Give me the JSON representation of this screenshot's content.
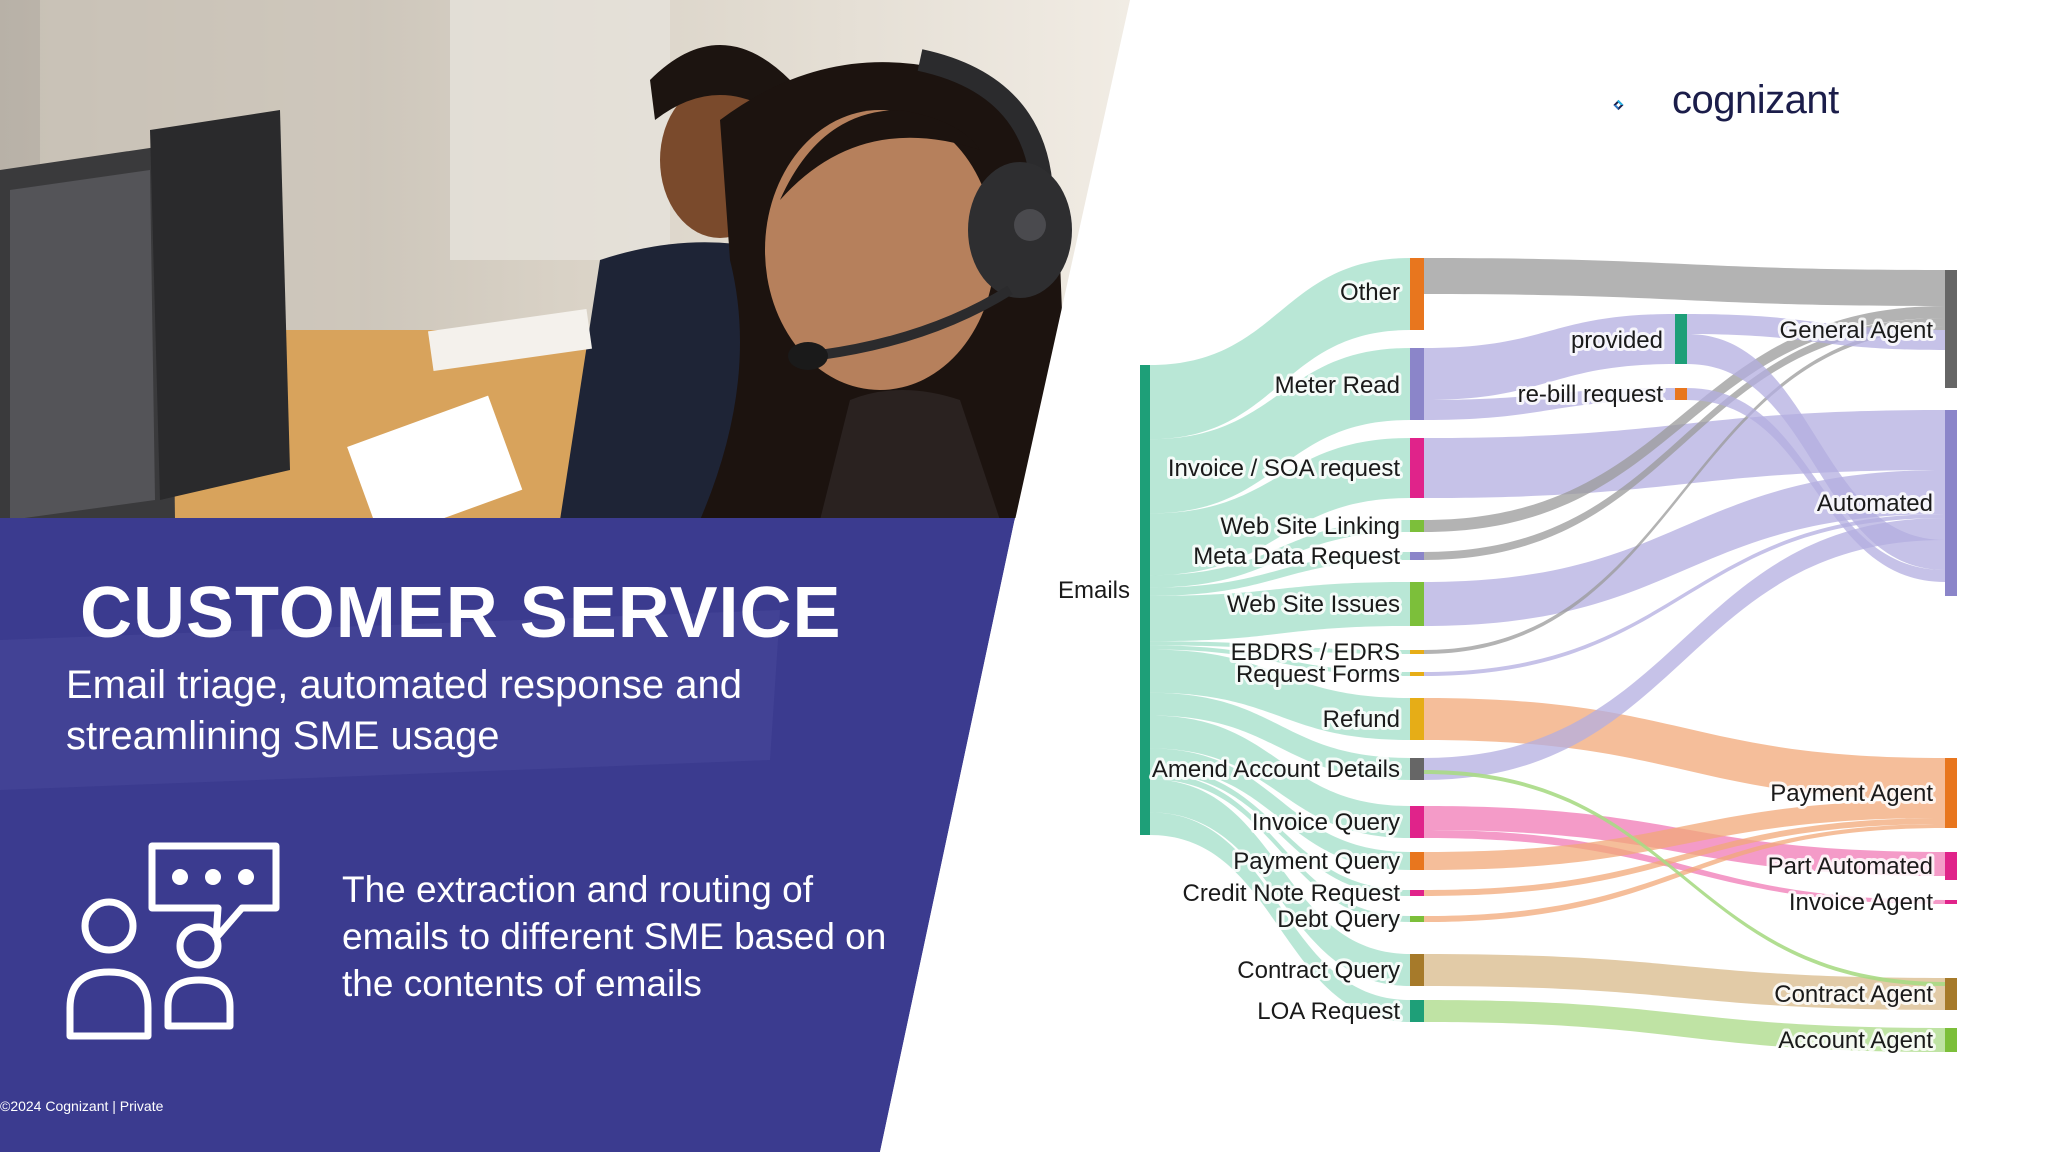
{
  "brand": {
    "name": "cognizant",
    "primary": "#1b1d4a",
    "accent": "#26b5e6"
  },
  "hero": {
    "title": "CUSTOMER SERVICE",
    "subtitle": "Email triage, automated response and streamlining SME usage",
    "description": "The extraction and routing of emails to different SME based on the contents of emails",
    "panel_color": "#3b3b8f"
  },
  "footer": {
    "text": "©2024 Cognizant | Private"
  },
  "sankey": {
    "source": {
      "label": "Emails",
      "color": "#1e9f78"
    },
    "categories": [
      {
        "label": "Other",
        "color": "#e8761e"
      },
      {
        "label": "Meter Read",
        "color": "#8b85c9"
      },
      {
        "label": "Invoice / SOA request",
        "color": "#e0238a"
      },
      {
        "label": "Web Site Linking",
        "color": "#7cbf3a"
      },
      {
        "label": "Meta Data Request",
        "color": "#8b85c9"
      },
      {
        "label": "Web Site Issues",
        "color": "#7cbf3a"
      },
      {
        "label": "EBDRS / EDRS",
        "color": "#e6ad17"
      },
      {
        "label": "Request Forms",
        "color": "#e6ad17"
      },
      {
        "label": "Refund",
        "color": "#e6ad17"
      },
      {
        "label": "Amend Account Details",
        "color": "#666666"
      },
      {
        "label": "Invoice Query",
        "color": "#e0238a"
      },
      {
        "label": "Payment Query",
        "color": "#e8761e"
      },
      {
        "label": "Credit Note Request",
        "color": "#e0238a"
      },
      {
        "label": "Debt Query",
        "color": "#7cbf3a"
      },
      {
        "label": "Contract Query",
        "color": "#a67a2a"
      },
      {
        "label": "LOA Request",
        "color": "#1e9f78"
      }
    ],
    "intermediate": [
      {
        "label": "provided",
        "color": "#1e9f78"
      },
      {
        "label": "re-bill request",
        "color": "#e8761e"
      }
    ],
    "targets": [
      {
        "label": "General Agent",
        "color": "#666666"
      },
      {
        "label": "Automated",
        "color": "#8b85c9"
      },
      {
        "label": "Payment Agent",
        "color": "#e8761e"
      },
      {
        "label": "Part Automated",
        "color": "#e0238a"
      },
      {
        "label": "Invoice Agent",
        "color": "#e0238a"
      },
      {
        "label": "Contract Agent",
        "color": "#a67a2a"
      },
      {
        "label": "Account Agent",
        "color": "#7cbf3a"
      }
    ]
  }
}
